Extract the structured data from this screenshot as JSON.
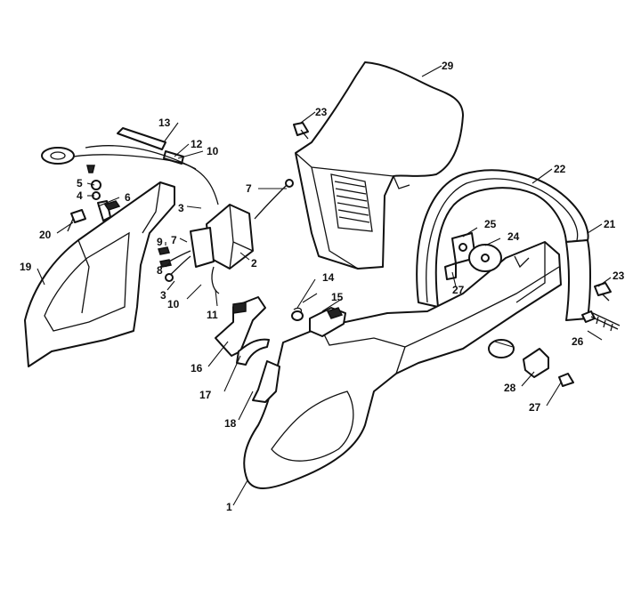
{
  "callouts": {
    "c1": "1",
    "c2": "2",
    "c3a": "3",
    "c3b": "3",
    "c4": "4",
    "c5": "5",
    "c6": "6",
    "c7a": "7",
    "c7b": "7",
    "c8": "8",
    "c9": "9",
    "c10a": "10",
    "c10b": "10",
    "c11": "11",
    "c12": "12",
    "c13": "13",
    "c14": "14",
    "c15": "15",
    "c16": "16",
    "c17": "17",
    "c18": "18",
    "c19": "19",
    "c20": "20",
    "c21": "21",
    "c22": "22",
    "c23a": "23",
    "c23b": "23",
    "c24": "24",
    "c25": "25",
    "c26": "26",
    "c27a": "27",
    "c27b": "27",
    "c28": "28",
    "c29": "29"
  },
  "colors": {
    "line": "#111111",
    "background": "#ffffff"
  }
}
